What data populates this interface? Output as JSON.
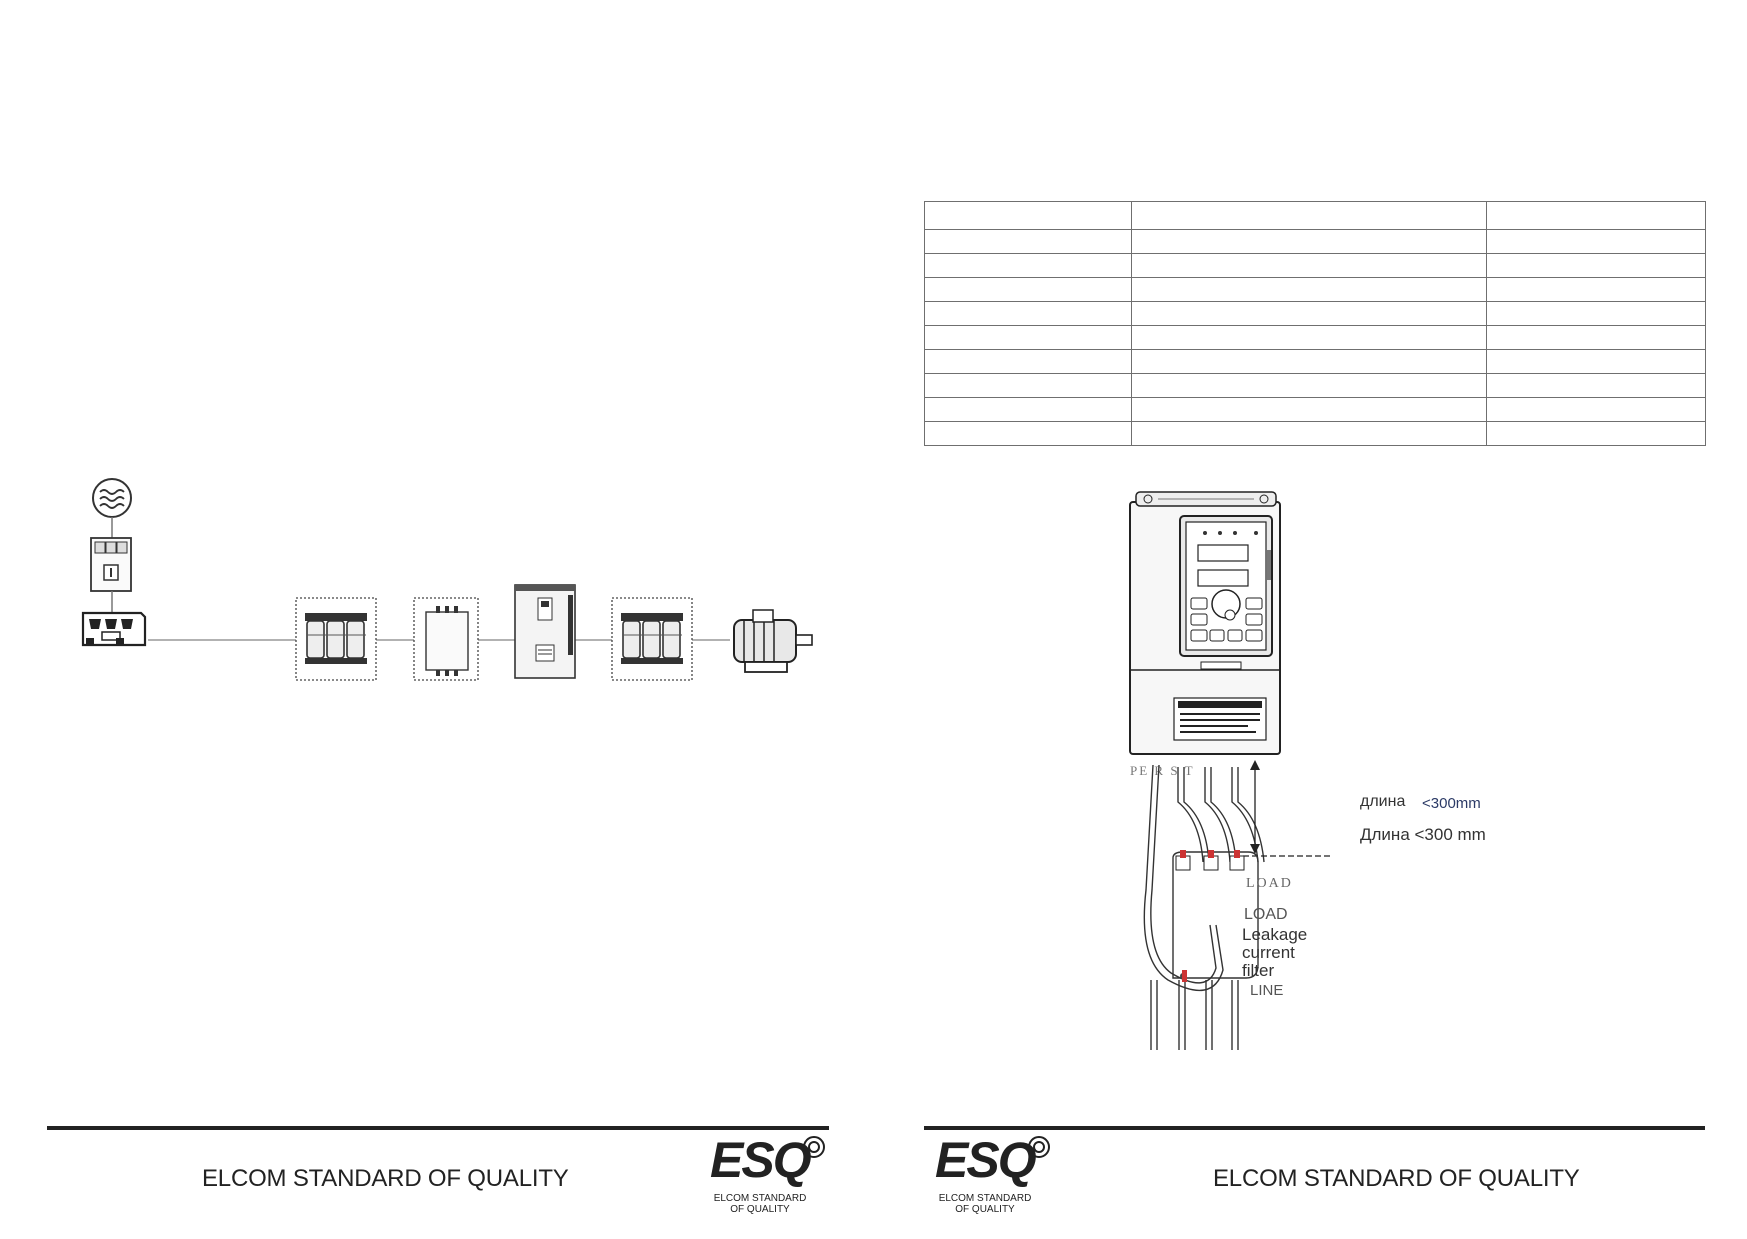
{
  "left_page": {
    "footer": {
      "text": "ELCOM STANDARD OF QUALITY"
    },
    "logo": {
      "mark": "ESQ",
      "line1": "ELCOM STANDARD",
      "line2": "OF QUALITY"
    }
  },
  "right_page": {
    "table": {
      "columns": [
        "",
        "",
        ""
      ],
      "rows": [
        [
          "",
          "",
          ""
        ],
        [
          "",
          "",
          ""
        ],
        [
          "",
          "",
          ""
        ],
        [
          "",
          "",
          ""
        ],
        [
          "",
          "",
          ""
        ],
        [
          "",
          "",
          ""
        ],
        [
          "",
          "",
          ""
        ],
        [
          "",
          "",
          ""
        ],
        [
          "",
          "",
          ""
        ]
      ]
    },
    "wiring": {
      "terminals": "PE R S T",
      "length_label_ru": "длина",
      "length_value_top": "<300mm",
      "length_label_full": "Длина <300 mm",
      "filter_load_top": "LOAD",
      "filter_load": "LOAD",
      "filter_name_1": "Leakage",
      "filter_name_2": "current",
      "filter_name_3": "filter",
      "filter_line": "LINE"
    },
    "footer": {
      "text": "ELCOM STANDARD OF QUALITY"
    },
    "logo": {
      "mark": "ESQ",
      "line1": "ELCOM STANDARD",
      "line2": "OF QUALITY"
    }
  },
  "icons": [
    "ac-supply-icon",
    "circuit-breaker-icon",
    "terminal-block-icon",
    "reactor-icon",
    "emc-filter-icon",
    "inverter-icon",
    "motor-icon"
  ]
}
